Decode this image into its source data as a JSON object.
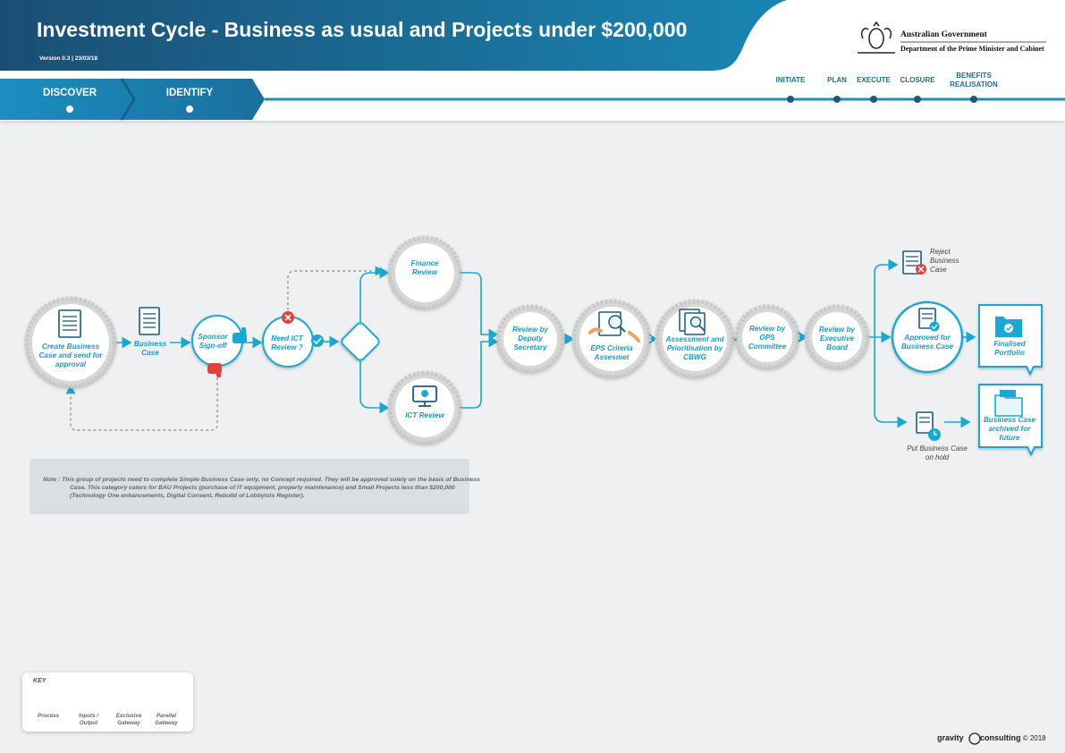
{
  "header": {
    "title": "Investment Cycle - Business as usual and Projects under $200,000",
    "version": "Version 0.3 | 23/03/18",
    "gov_line1": "Australian Government",
    "gov_line2": "Department of the Prime Minister and Cabinet",
    "colors": {
      "dark": "#1b4f74",
      "mid": "#1a8fbe",
      "accent": "#1aa7d2"
    }
  },
  "stages": [
    {
      "label": "DISCOVER"
    },
    {
      "label": "IDENTIFY"
    }
  ],
  "phases": [
    {
      "label": "INITIATE"
    },
    {
      "label": "PLAN"
    },
    {
      "label": "EXECUTE"
    },
    {
      "label": "CLOSURE"
    },
    {
      "label": "BENEFITS REALISATION"
    }
  ],
  "nodes": {
    "create": "Create Business Case and send for approval",
    "business_case": "Business Case",
    "sponsor": "Sponsor Sign-off",
    "need_ict": "Need ICT Review ?",
    "finance": "Finance Review",
    "ict_review": "ICT Review",
    "deputy": "Review by Deputy Secretary",
    "eps": "EPS Criteria Assesmet",
    "assessment": "Assessment and Prioritisation by CBWG",
    "ops": "Review by OPS Committee",
    "exec": "Review by Executive Board",
    "reject": "Reject Business Case",
    "approved": "Approved for Business Case",
    "finalised": "Finalised Portfolio",
    "hold": "Put Business Case on hold",
    "archived": "Business Case archived for future"
  },
  "note": "Note : This group of projects need to complete Simple Business Case only, no Concept required. They will be approved solely on the basis of Business Case. This category caters for BAU Projects (purchase of IT equipment, property maintenance) and Small Projects less than $200,000 (Technology One enhancements, Digital Consent, Rebuild of Lobbyists Register).",
  "key": {
    "title": "KEY",
    "items": [
      {
        "label": "Process"
      },
      {
        "label": "Inputs / Output"
      },
      {
        "label": "Exclusive Gateway"
      },
      {
        "label": "Parellel Gateway"
      }
    ]
  },
  "footer": {
    "brand1": "gravity",
    "brand2": "consulting",
    "year": "© 2018"
  }
}
